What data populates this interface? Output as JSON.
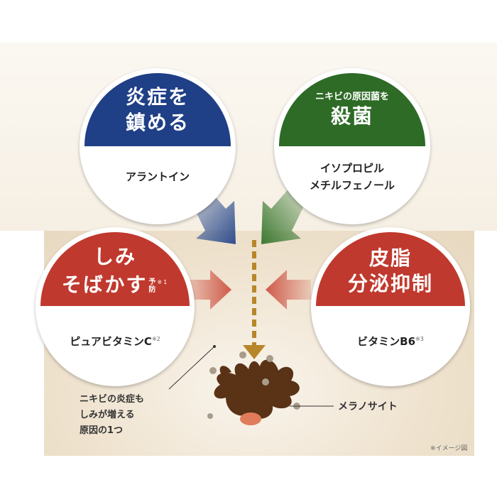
{
  "bubbles": {
    "inflammation": {
      "title_line1": "炎症を",
      "title_line2": "鎮める",
      "ingredient": "アラントイン",
      "color": "#1f3f86"
    },
    "sterilize": {
      "title_small": "ニキビの原因菌を",
      "title_big": "殺菌",
      "ingredient_line1": "イソプロピル",
      "ingredient_line2": "メチルフェノール",
      "color": "#2e6b26"
    },
    "spots": {
      "title_line1": "しみ",
      "title_line2": "そばかす",
      "prevent_line1": "予",
      "prevent_line2": "防",
      "prevent_note": "※1",
      "ingredient": "ピュアビタミンC",
      "ingredient_note": "※2",
      "color": "#c0392e"
    },
    "sebum": {
      "title_line1": "皮脂",
      "title_line2": "分泌抑制",
      "ingredient": "ビタミンB6",
      "ingredient_note": "※3",
      "color": "#c0392e"
    }
  },
  "note": {
    "line1": "ニキビの炎症も",
    "line2": "しみが増える",
    "line3": "原因の1つ"
  },
  "melanocyte_label": "メラノサイト",
  "caption": "※イメージ図",
  "colors": {
    "arrow_blue": "#2f4e8e",
    "arrow_green": "#3d7a33",
    "arrow_red": "#cf5a4a",
    "dashed_arrow": "#b8862a",
    "melanocyte": "#5a3216",
    "melanocyte_core": "#e07c5c",
    "skin": "#efe3cf"
  }
}
